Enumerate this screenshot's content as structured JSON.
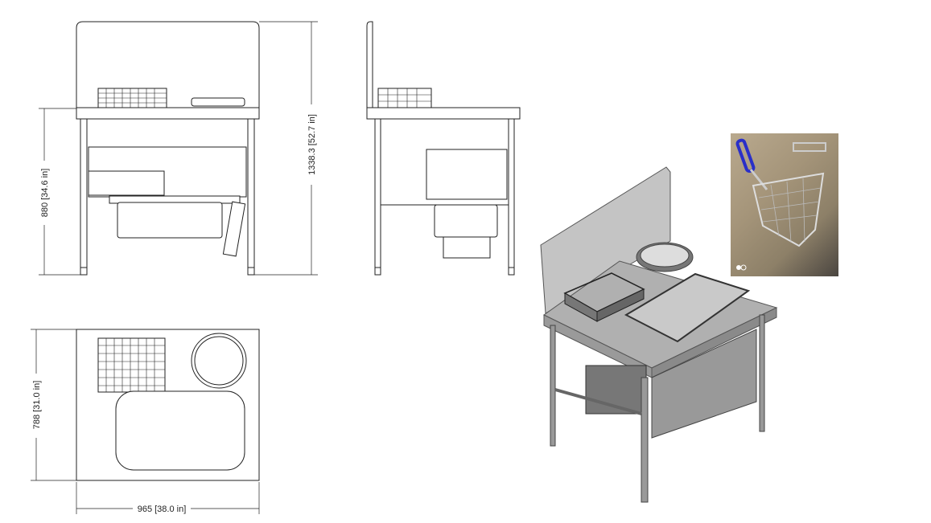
{
  "dimensions": {
    "front_height": "880 [34.6 in]",
    "overall_height": "1338.3 [52.7 in]",
    "depth": "788 [31.0 in]",
    "width": "965 [38.0 in]"
  },
  "views": [
    "front-view",
    "side-view",
    "top-view",
    "isometric-view",
    "basket-photo"
  ],
  "colors": {
    "line": "#222222",
    "steel": "#b8b8b8",
    "basket_handle": "#2a2fc8"
  }
}
